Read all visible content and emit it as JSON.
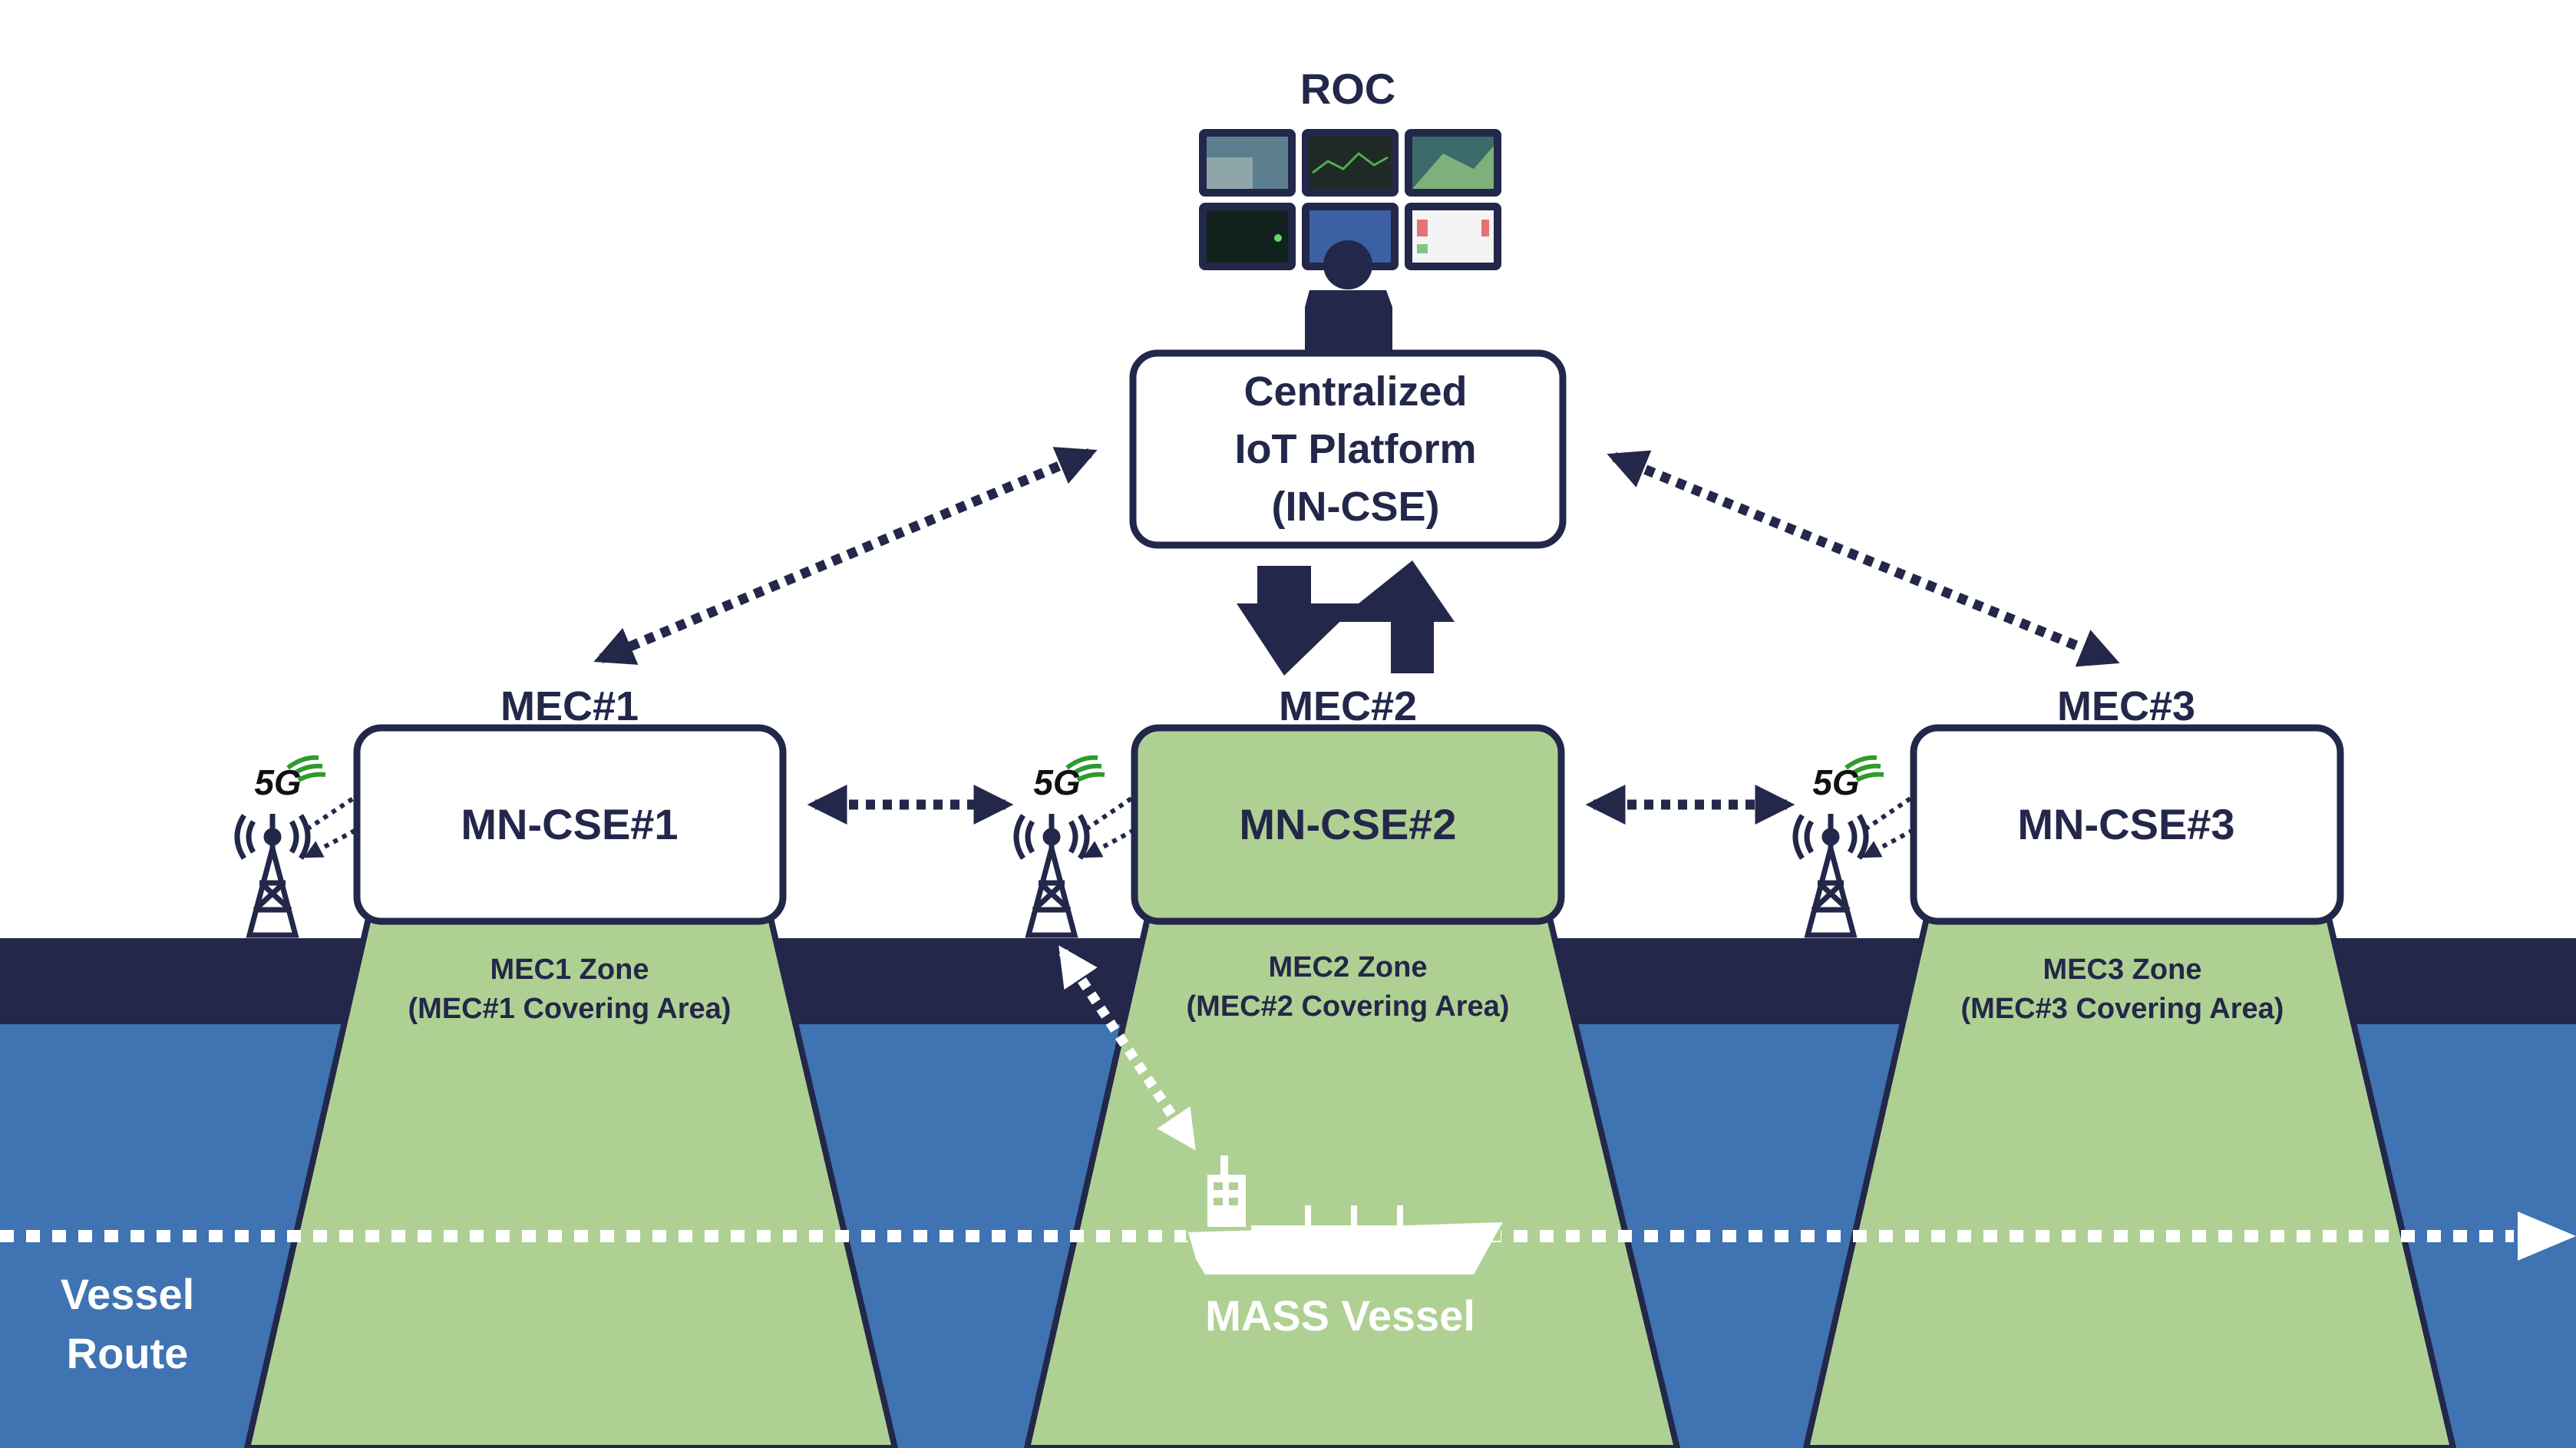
{
  "roc": {
    "label": "ROC"
  },
  "platform": {
    "lines": [
      "Centralized",
      "IoT Platform",
      "(IN-CSE)"
    ]
  },
  "mec": [
    {
      "label": "MEC#1",
      "cse": "MN-CSE#1",
      "zone": [
        "MEC1 Zone",
        "(MEC#1 Covering Area)"
      ],
      "highlight": false
    },
    {
      "label": "MEC#2",
      "cse": "MN-CSE#2",
      "zone": [
        "MEC2 Zone",
        "(MEC#2 Covering Area)"
      ],
      "highlight": true
    },
    {
      "label": "MEC#3",
      "cse": "MN-CSE#3",
      "zone": [
        "MEC3 Zone",
        "(MEC#3 Covering Area)"
      ],
      "highlight": false
    }
  ],
  "badge": "5G",
  "vessel": {
    "label": "MASS Vessel"
  },
  "route": {
    "lines": [
      "Vessel",
      "Route"
    ]
  },
  "colors": {
    "navy": "#232749",
    "sea": "#3f73b2",
    "zone": "#afd093",
    "signal_green": "#2e9b2e",
    "white": "#ffffff"
  }
}
